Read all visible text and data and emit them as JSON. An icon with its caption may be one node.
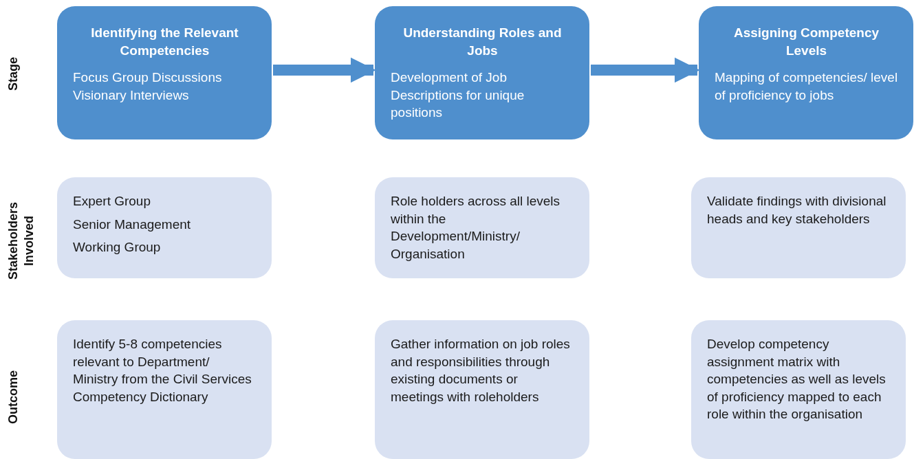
{
  "diagram": {
    "nodes": [
      {
        "text": [
          "Identifying the Relevant Competencies",
          "Focus Group Discussions",
          "Visionary Interviews"
        ]
      },
      {
        "text": [
          "Understanding Roles and Jobs",
          "Development of Job Descriptions for unique positions"
        ]
      },
      {
        "text": [
          "Assigning Competency Levels",
          "Mapping of competencies/ level of proficiency to jobs"
        ]
      },
      {
        "text": [
          "Expert Group",
          "Senior Management",
          "Working Group"
        ]
      },
      {
        "text": [
          "Role holders across all levels within the Development/Ministry/ Organisation"
        ]
      },
      {
        "text": [
          "Validate findings with divisional heads and key stakeholders"
        ]
      },
      {
        "text": [
          "Identify 5-8 competencies relevant to Department/ Ministry from the Civil Services Competency Dictionary"
        ]
      },
      {
        "text": [
          "Gather information on job roles and responsibilities through existing documents or meetings with roleholders"
        ]
      },
      {
        "text": [
          "Develop competency assignment matrix with competencies as well as levels of proficiency mapped to each role within the organisation"
        ]
      }
    ],
    "edges": [
      {
        "from": 0,
        "to": 1,
        "arrow": "to"
      },
      {
        "from": 1,
        "to": 2,
        "arrow": "to"
      }
    ],
    "labels": [
      "Stage",
      "Stakeholders Involved",
      "Outcome"
    ]
  }
}
